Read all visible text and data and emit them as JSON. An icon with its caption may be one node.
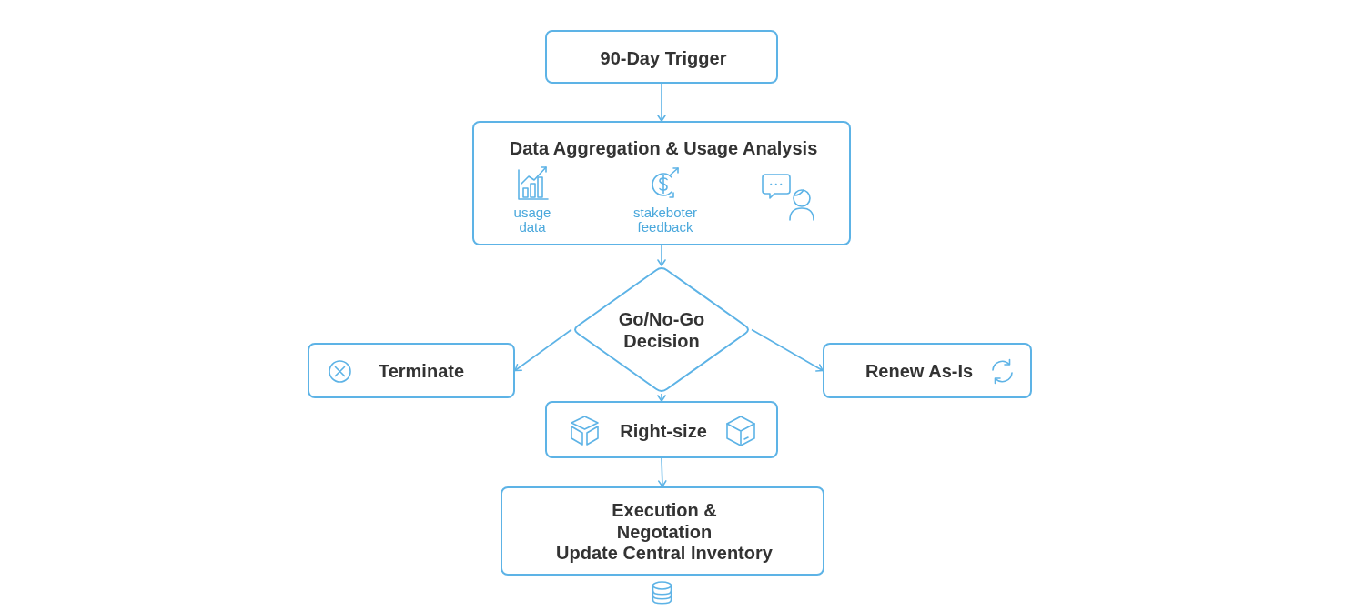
{
  "diagram": {
    "nodes": [
      {
        "text": [
          "90-Day Trigger"
        ]
      },
      {
        "text": [
          "Data Aggregation & Usage Analysis",
          "usage data",
          "stakeboter feedback"
        ]
      },
      {
        "text": [
          "Go/No-Go Decision"
        ]
      },
      {
        "text": [
          "Terminate"
        ]
      },
      {
        "text": [
          "Renew As-Is"
        ]
      },
      {
        "text": [
          "Right-size"
        ]
      },
      {
        "text": [
          "Execution & Negotation",
          "Update Central Inventory"
        ]
      }
    ],
    "edges": [
      {
        "from": 0,
        "to": 1,
        "arrow": "to"
      },
      {
        "from": 1,
        "to": 2,
        "arrow": "to"
      },
      {
        "from": 2,
        "to": 3,
        "arrow": "to"
      },
      {
        "from": 2,
        "to": 4,
        "arrow": "to"
      },
      {
        "from": 2,
        "to": 5,
        "arrow": "to"
      },
      {
        "from": 5,
        "to": 6,
        "arrow": "to"
      }
    ]
  }
}
